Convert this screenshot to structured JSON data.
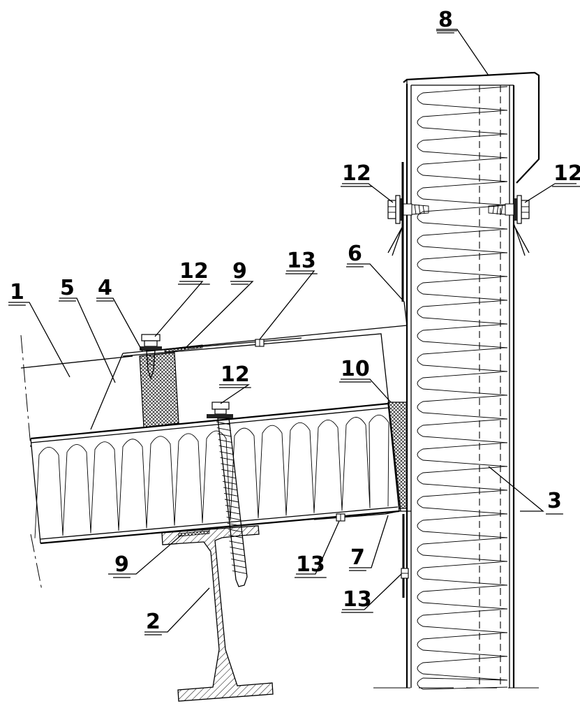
{
  "labels": {
    "callout_1": "1",
    "callout_2": "2",
    "callout_3": "3",
    "callout_4": "4",
    "callout_5": "5",
    "callout_6": "6",
    "callout_7": "7",
    "callout_8": "8",
    "callout_9_top": "9",
    "callout_9_bottom": "9",
    "callout_10": "10",
    "callout_12_wall_left": "12",
    "callout_12_wall_right": "12",
    "callout_12_roof_left": "12",
    "callout_12_roof_screw": "12",
    "callout_13_top": "13",
    "callout_13_bottom": "13",
    "callout_13_wall": "13"
  },
  "colors": {
    "ink": "#000000",
    "paper": "#ffffff"
  }
}
